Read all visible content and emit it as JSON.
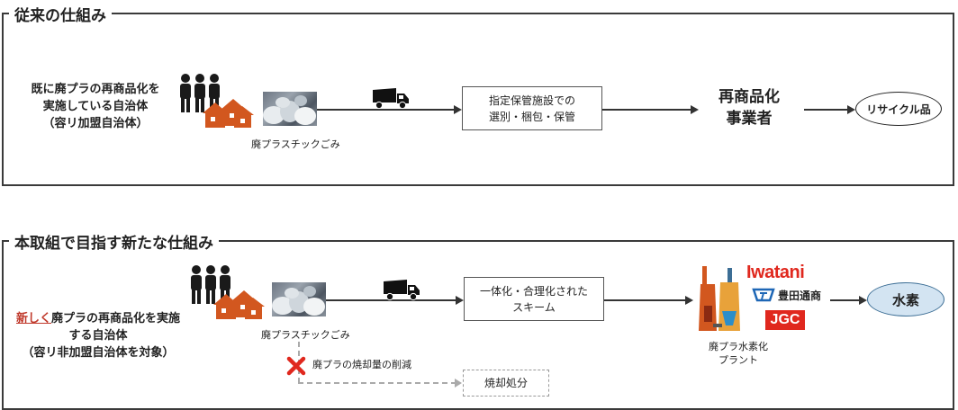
{
  "top": {
    "title": "従来の仕組み",
    "municipality_lines": [
      "既に廃プラの再商品化を",
      "実施している自治体",
      "（容リ加盟自治体）"
    ],
    "waste_label": "廃プラスチックごみ",
    "process_box": "指定保管施設での\n選別・梱包・保管",
    "recycler_lines": [
      "再商品化",
      "事業者"
    ],
    "product": "リサイクル品"
  },
  "bottom": {
    "title": "本取組で目指す新たな仕組み",
    "municipality_prefix": "新しく",
    "municipality_line1_rest": "廃プラの再商品化を実施",
    "municipality_line2": "する自治体",
    "municipality_line3": "（容リ非加盟自治体を対象）",
    "waste_label": "廃プラスチックごみ",
    "process_box": "一体化・合理化された\nスキーム",
    "plant_lines": [
      "廃プラ水素化",
      "プラント"
    ],
    "product": "水素",
    "reduction_label": "廃プラの焼却量の削減",
    "incineration": "焼却処分",
    "logos": {
      "iwatani": "Iwatani",
      "toyota_tsusho": "豊田通商",
      "jgc": "JGC"
    }
  },
  "colors": {
    "accent_red": "#c0392b",
    "orange": "#d2571f",
    "hydrogen_blue": "#d3e4f2",
    "x_red": "#e0281e"
  }
}
